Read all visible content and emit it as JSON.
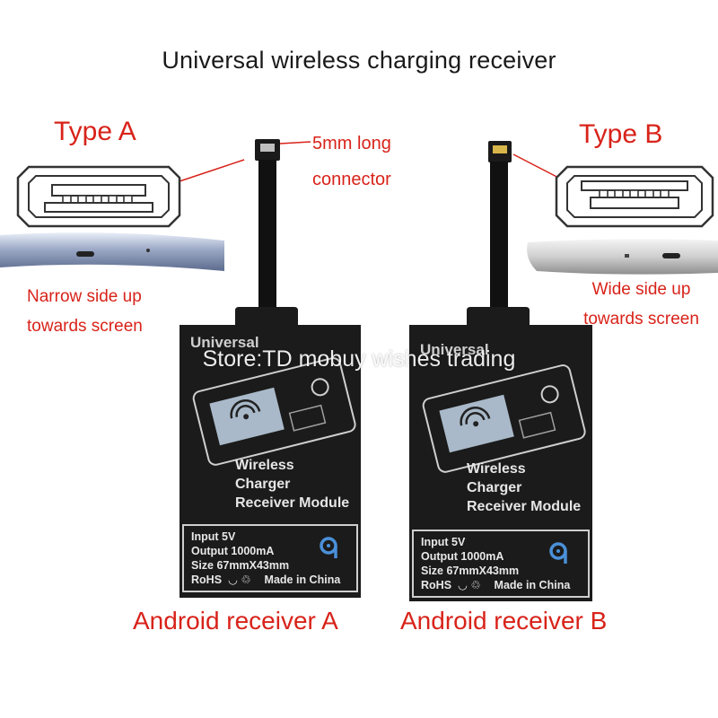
{
  "title": "Universal wireless charging receiver",
  "watermark": "Store:TD mobuy wishes trading",
  "type_a": {
    "label": "Type A",
    "caption_line1": "Narrow side up",
    "caption_line2": "towards screen"
  },
  "type_b": {
    "label": "Type B",
    "caption_line1": "Wide side up",
    "caption_line2": "towards screen"
  },
  "connector_note": {
    "line1": "5mm long",
    "line2": "connector"
  },
  "module": {
    "brand": "Universal",
    "name_line1": "Wireless",
    "name_line2": "Charger",
    "name_line3": "Receiver Module",
    "spec_input": "Input 5V",
    "spec_output": "Output 1000mA",
    "spec_size": "Size 67mmX43mm",
    "spec_rohs": "RoHS",
    "spec_origin": "Made in China"
  },
  "receiver_a_label": "Android receiver A",
  "receiver_b_label": "Android receiver B",
  "colors": {
    "label_red": "#d8231a",
    "card_black": "#1b1b1b",
    "qi_blue": "#4a90d9"
  }
}
